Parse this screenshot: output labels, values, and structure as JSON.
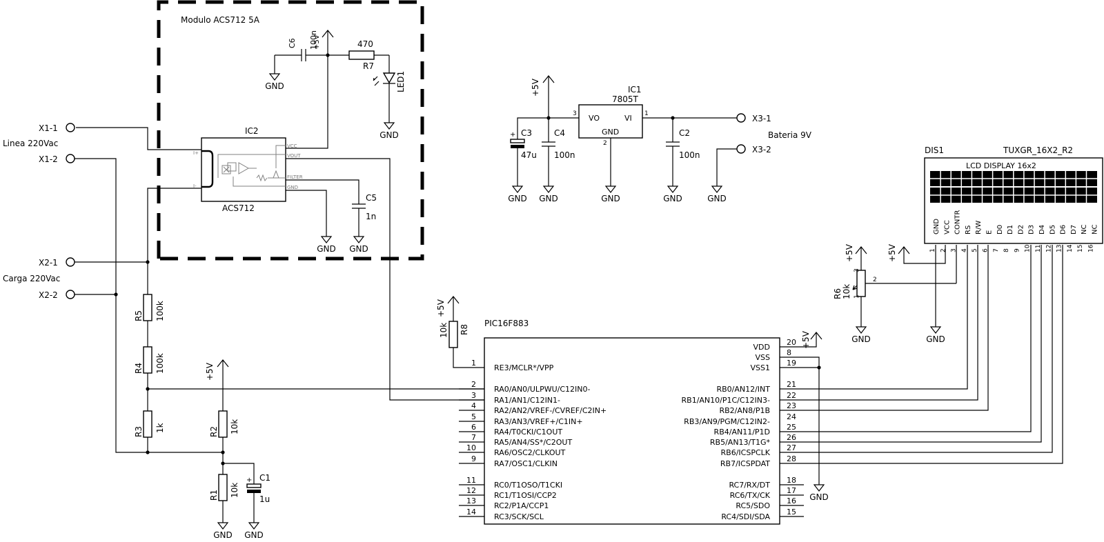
{
  "module_label": "Modulo ACS712 5A",
  "connectors": {
    "x1_1": "X1-1",
    "x1_2": "X1-2",
    "linea": "Linea 220Vac",
    "x2_1": "X2-1",
    "x2_2": "X2-2",
    "carga": "Carga 220Vac",
    "x3_1": "X3-1",
    "x3_2": "X3-2",
    "bateria": "Bateria 9V"
  },
  "ic2": {
    "name": "IC2",
    "part": "ACS712",
    "pins": {
      "ip_pos": "I+",
      "ip_neg": "I-",
      "vcc": "VCC",
      "vout": "VOUT",
      "filter": "FILTER",
      "gnd": "GND"
    }
  },
  "ic1": {
    "name": "IC1",
    "part": "7805T",
    "vo": "VO",
    "vi": "VI",
    "gnd": "GND",
    "pin1": "1",
    "pin2": "2",
    "pin3": "3"
  },
  "components": {
    "c6": "C6",
    "c6_val": "100n",
    "r7": "R7",
    "r7_val": "470",
    "led1": "LED1",
    "c5": "C5",
    "c5_val": "1n",
    "c3": "C3",
    "c3_val": "47u",
    "c4": "C4",
    "c4_val": "100n",
    "c2": "C2",
    "c2_val": "100n",
    "r5": "R5",
    "r5_val": "100k",
    "r4": "R4",
    "r4_val": "100k",
    "r3": "R3",
    "r3_val": "1k",
    "r2": "R2",
    "r2_val": "10k",
    "r1": "R1",
    "r1_val": "10k",
    "c1": "C1",
    "c1_val": "1u",
    "r8": "R8",
    "r8_val": "10k",
    "r6": "R6",
    "r6_val": "10k",
    "r6_p1": "1",
    "r6_p2": "2",
    "r6_p3": "3",
    "plus": "+"
  },
  "nets": {
    "gnd": "GND",
    "v5": "+5V"
  },
  "pic": {
    "name": "PIC16F883",
    "left_pins": [
      {
        "num": "1",
        "name": "RE3/MCLR*/VPP"
      },
      {
        "num": "2",
        "name": "RA0/AN0/ULPWU/C12IN0-"
      },
      {
        "num": "3",
        "name": "RA1/AN1/C12IN1-"
      },
      {
        "num": "4",
        "name": "RA2/AN2/VREF-/CVREF/C2IN+"
      },
      {
        "num": "5",
        "name": "RA3/AN3/VREF+/C1IN+"
      },
      {
        "num": "6",
        "name": "RA4/T0CKI/C1OUT"
      },
      {
        "num": "7",
        "name": "RA5/AN4/SS*/C2OUT"
      },
      {
        "num": "10",
        "name": "RA6/OSC2/CLKOUT"
      },
      {
        "num": "9",
        "name": "RA7/OSC1/CLKIN"
      },
      {
        "num": "11",
        "name": "RC0/T1OSO/T1CKI"
      },
      {
        "num": "12",
        "name": "RC1/T1OSI/CCP2"
      },
      {
        "num": "13",
        "name": "RC2/P1A/CCP1"
      },
      {
        "num": "14",
        "name": "RC3/SCK/SCL"
      }
    ],
    "right_pins": [
      {
        "num": "20",
        "name": "VDD"
      },
      {
        "num": "8",
        "name": "VSS"
      },
      {
        "num": "19",
        "name": "VSS1"
      },
      {
        "num": "21",
        "name": "RB0/AN12/INT"
      },
      {
        "num": "22",
        "name": "RB1/AN10/P1C/C12IN3-"
      },
      {
        "num": "23",
        "name": "RB2/AN8/P1B"
      },
      {
        "num": "24",
        "name": "RB3/AN9/PGM/C12IN2-"
      },
      {
        "num": "25",
        "name": "RB4/AN11/P1D"
      },
      {
        "num": "26",
        "name": "RB5/AN13/T1G*"
      },
      {
        "num": "27",
        "name": "RB6/ICSPCLK"
      },
      {
        "num": "28",
        "name": "RB7/ICSPDAT"
      },
      {
        "num": "18",
        "name": "RC7/RX/DT"
      },
      {
        "num": "17",
        "name": "RC6/TX/CK"
      },
      {
        "num": "16",
        "name": "RC5/SDO"
      },
      {
        "num": "15",
        "name": "RC4/SDI/SDA"
      }
    ]
  },
  "lcd": {
    "name": "DIS1",
    "part": "TUXGR_16X2_R2",
    "label": "LCD DISPLAY 16x2",
    "pins": [
      {
        "num": "1",
        "name": "GND"
      },
      {
        "num": "2",
        "name": "VCC"
      },
      {
        "num": "3",
        "name": "CONTR"
      },
      {
        "num": "4",
        "name": "RS"
      },
      {
        "num": "5",
        "name": "R/W"
      },
      {
        "num": "6",
        "name": "E"
      },
      {
        "num": "7",
        "name": "D0"
      },
      {
        "num": "8",
        "name": "D1"
      },
      {
        "num": "9",
        "name": "D2"
      },
      {
        "num": "10",
        "name": "D3"
      },
      {
        "num": "11",
        "name": "D4"
      },
      {
        "num": "12",
        "name": "D5"
      },
      {
        "num": "13",
        "name": "D6"
      },
      {
        "num": "14",
        "name": "D7"
      },
      {
        "num": "15",
        "name": "NC"
      },
      {
        "num": "16",
        "name": "NC"
      }
    ]
  }
}
